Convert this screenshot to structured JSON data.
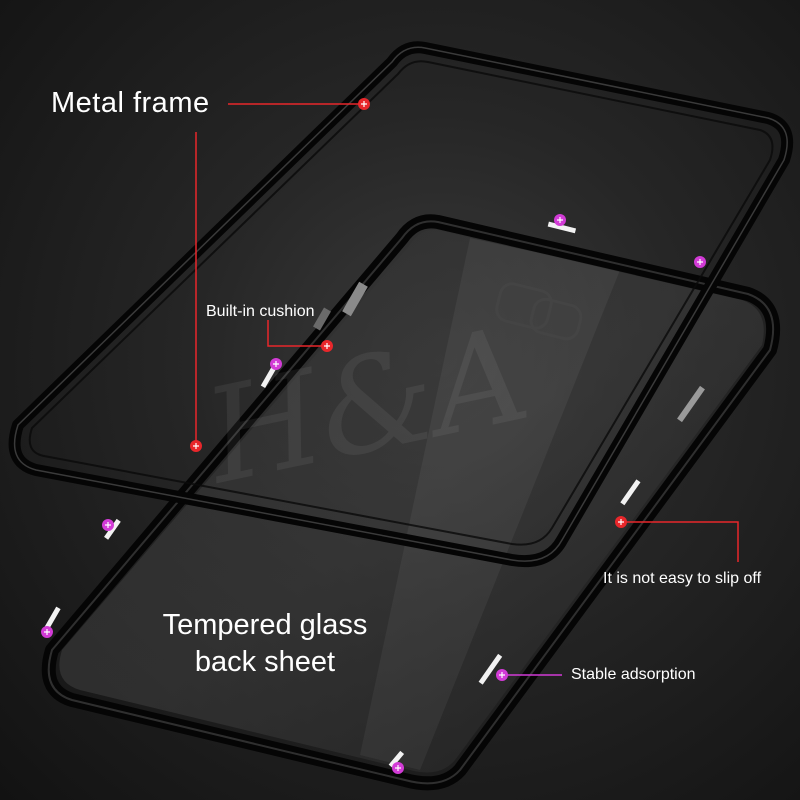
{
  "labels": {
    "metal_frame": "Metal frame",
    "builtin_cushion": "Built-in cushion",
    "slip_off": "It is not easy to slip off",
    "glass_line1": "Tempered glass",
    "glass_line2": "back sheet",
    "stable_adsorption": "Stable adsorption"
  },
  "watermark": "H&A",
  "colors": {
    "callout_red": "#e8272b",
    "callout_magenta": "#d23bd6",
    "background": "#1e1e1e",
    "frame": "#050505",
    "magnet_strip": "#f2f2f2"
  }
}
